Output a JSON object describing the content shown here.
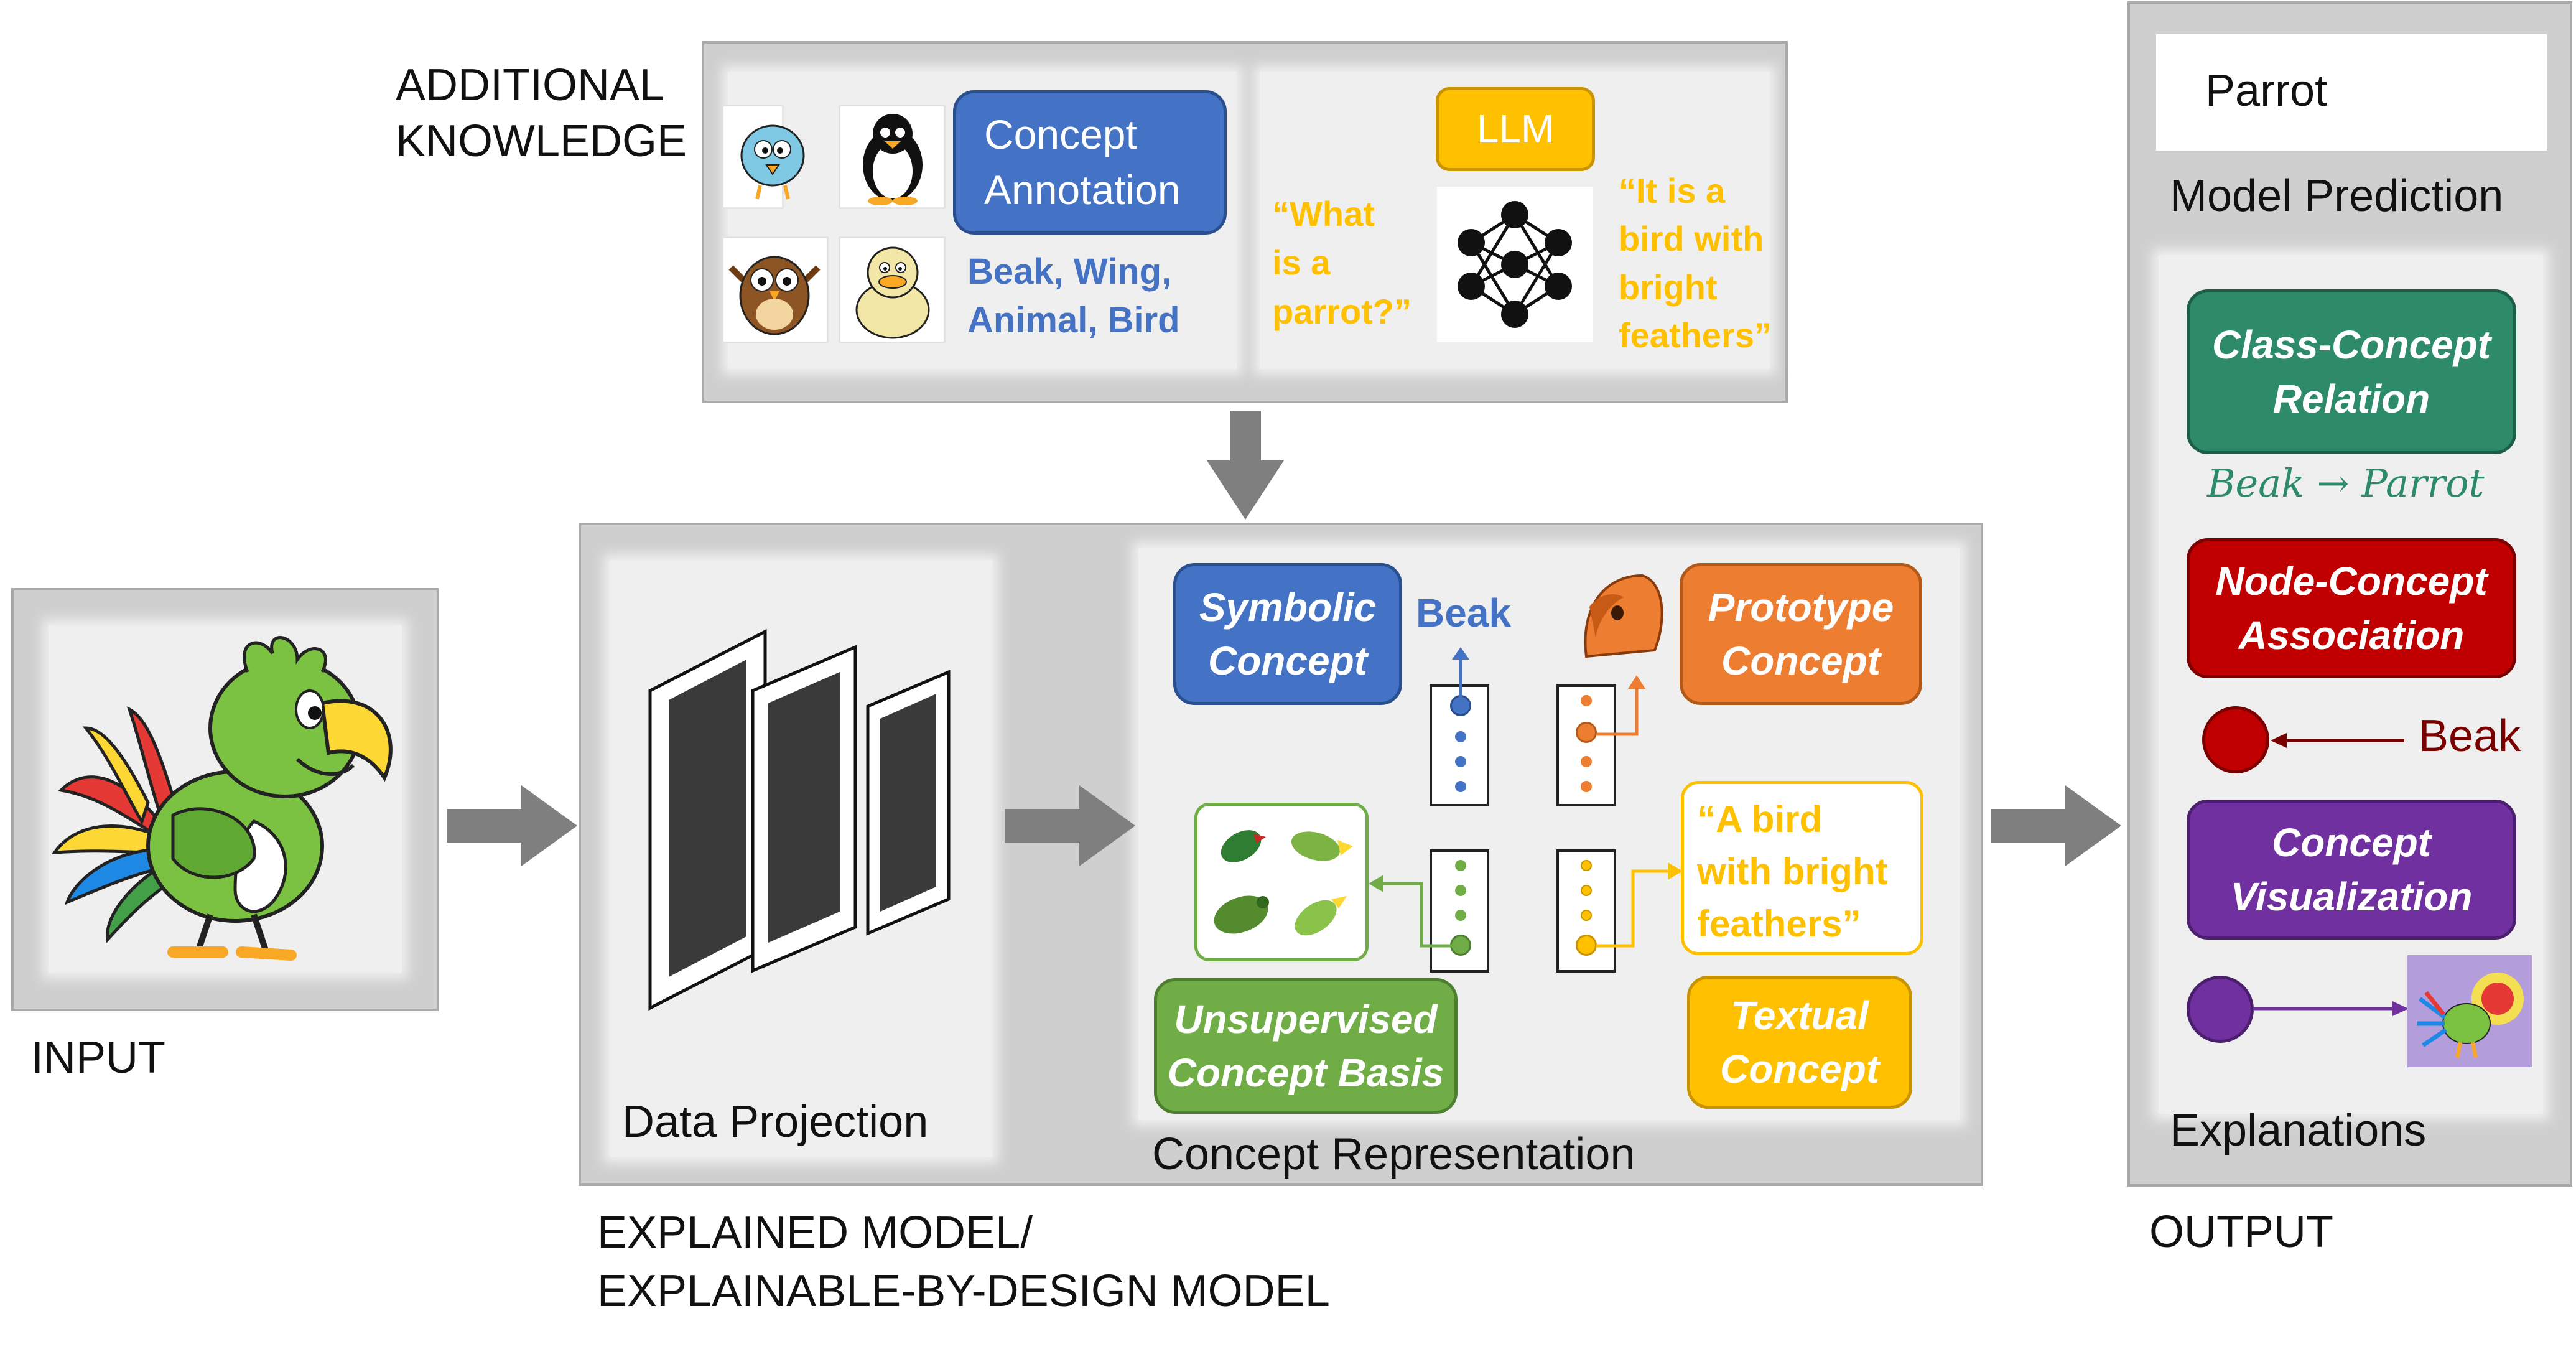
{
  "labels": {
    "additional_knowledge": "ADDITIONAL\nKNOWLEDGE",
    "input": "INPUT",
    "explained_model": "EXPLAINED MODEL/\nEXPLAINABLE-BY-DESIGN MODEL",
    "output": "OUTPUT",
    "data_projection": "Data Projection",
    "concept_representation": "Concept Representation",
    "model_prediction": "Model Prediction",
    "explanations": "Explanations"
  },
  "knowledge": {
    "concept_annotation": "Concept\nAnnotation",
    "annotation_tags": "Beak, Wing,\nAnimal, Bird",
    "llm": "LLM",
    "question": "“What\nis a\nparrot?”",
    "answer": "“It is a\nbird with\nbright\nfeathers”"
  },
  "concepts": {
    "symbolic": "Symbolic\nConcept",
    "symbolic_output": "Beak",
    "prototype": "Prototype\nConcept",
    "unsupervised": "Unsupervised\nConcept Basis",
    "textual": "Textual\nConcept",
    "textual_output": "“A bird\nwith bright\nfeathers”"
  },
  "output": {
    "prediction": "Parrot",
    "class_concept": "Class-Concept\nRelation",
    "relation_formula": "Beak → Parrot",
    "node_concept": "Node-Concept\nAssociation",
    "node_label": "Beak",
    "concept_viz": "Concept\nVisualization"
  },
  "colors": {
    "symbolic": "#4472c4",
    "prototype": "#ed7d31",
    "unsupervised": "#70ad47",
    "textual": "#ffc000",
    "class_concept": "#2e8b6a",
    "node_concept": "#c00000",
    "concept_viz": "#7030a0",
    "flow_arrow": "#7f7f7f"
  },
  "icons": [
    "parrot-image",
    "tweety-bird-icon",
    "penguin-icon",
    "owl-icon",
    "duck-icon",
    "neural-network-icon",
    "parrot-head-prototype",
    "parrot-cluster-icons"
  ]
}
